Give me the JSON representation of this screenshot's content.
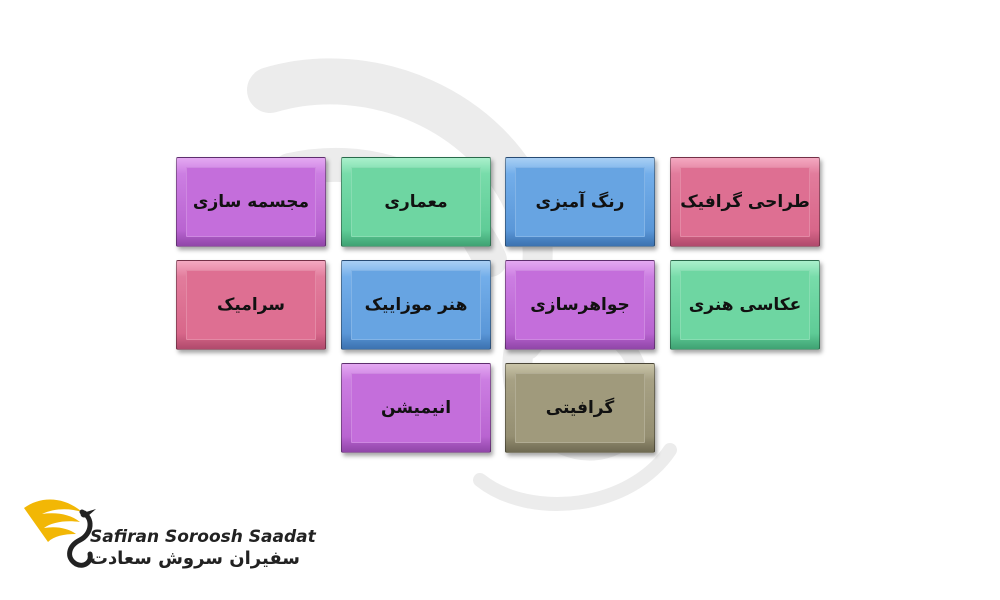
{
  "tiles": [
    {
      "label": "طراحی گرافیک",
      "color": "#de6f92"
    },
    {
      "label": "رنگ آمیزی",
      "color": "#67a4e2"
    },
    {
      "label": "معماری",
      "color": "#6ed6a2"
    },
    {
      "label": "مجسمه سازی",
      "color": "#c46edb"
    },
    {
      "label": "عکاسی هنری",
      "color": "#6ed6a2"
    },
    {
      "label": "جواهرسازی",
      "color": "#c46edb"
    },
    {
      "label": "هنر موزاییک",
      "color": "#67a4e2"
    },
    {
      "label": "سرامیک",
      "color": "#de6f92"
    },
    {
      "label": "گرافیتی",
      "color": "#a09a7c"
    },
    {
      "label": "انیمیشن",
      "color": "#c46edb"
    }
  ],
  "logo": {
    "latin_name": "Safiran Soroosh Saadat",
    "persian_name": "سفیران سروش سعادت",
    "icon": "swan-logo-icon",
    "colors": {
      "gold": "#f2b705",
      "dark": "#222222"
    }
  },
  "watermark": {
    "icon": "swan-watermark-icon"
  }
}
